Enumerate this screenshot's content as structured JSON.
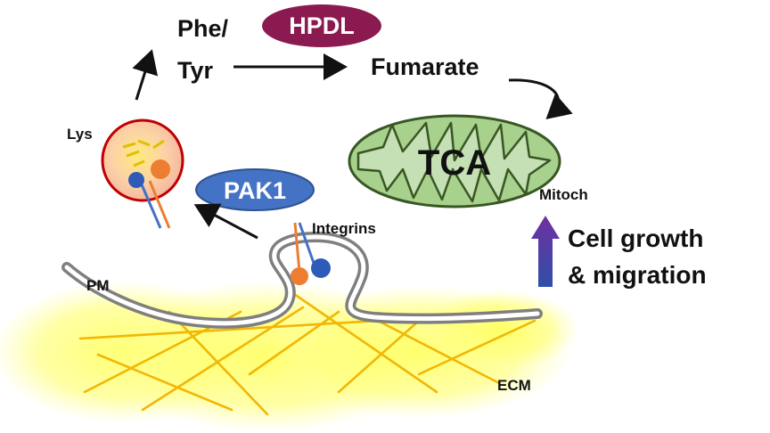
{
  "labels": {
    "phe": "Phe/",
    "tyr": "Tyr",
    "hpdl": "HPDL",
    "fumarate": "Fumarate",
    "lys": "Lys",
    "pak1": "PAK1",
    "tca": "TCA",
    "mitoch": "Mitoch",
    "integrins": "Integrins",
    "cell_growth": "Cell growth",
    "migration": "& migration",
    "pm": "PM",
    "ecm": "ECM"
  },
  "colors": {
    "hpdl": "#8b1a50",
    "pak1": "#4472c4",
    "mitochondrion": "#a9d18e",
    "mito_outline": "#385723",
    "ecm_glow": "#ffff66",
    "ecm_fibers": "#f2b705",
    "membrane": "#808080",
    "integrin_orange": "#ed7d31",
    "integrin_blue": "#4472c4",
    "lysosome_fill": "#f8cbad",
    "lysosome_outline": "#c00000",
    "growth_arrow_top": "#7030a0",
    "growth_arrow_bottom": "#2f4fa8"
  }
}
